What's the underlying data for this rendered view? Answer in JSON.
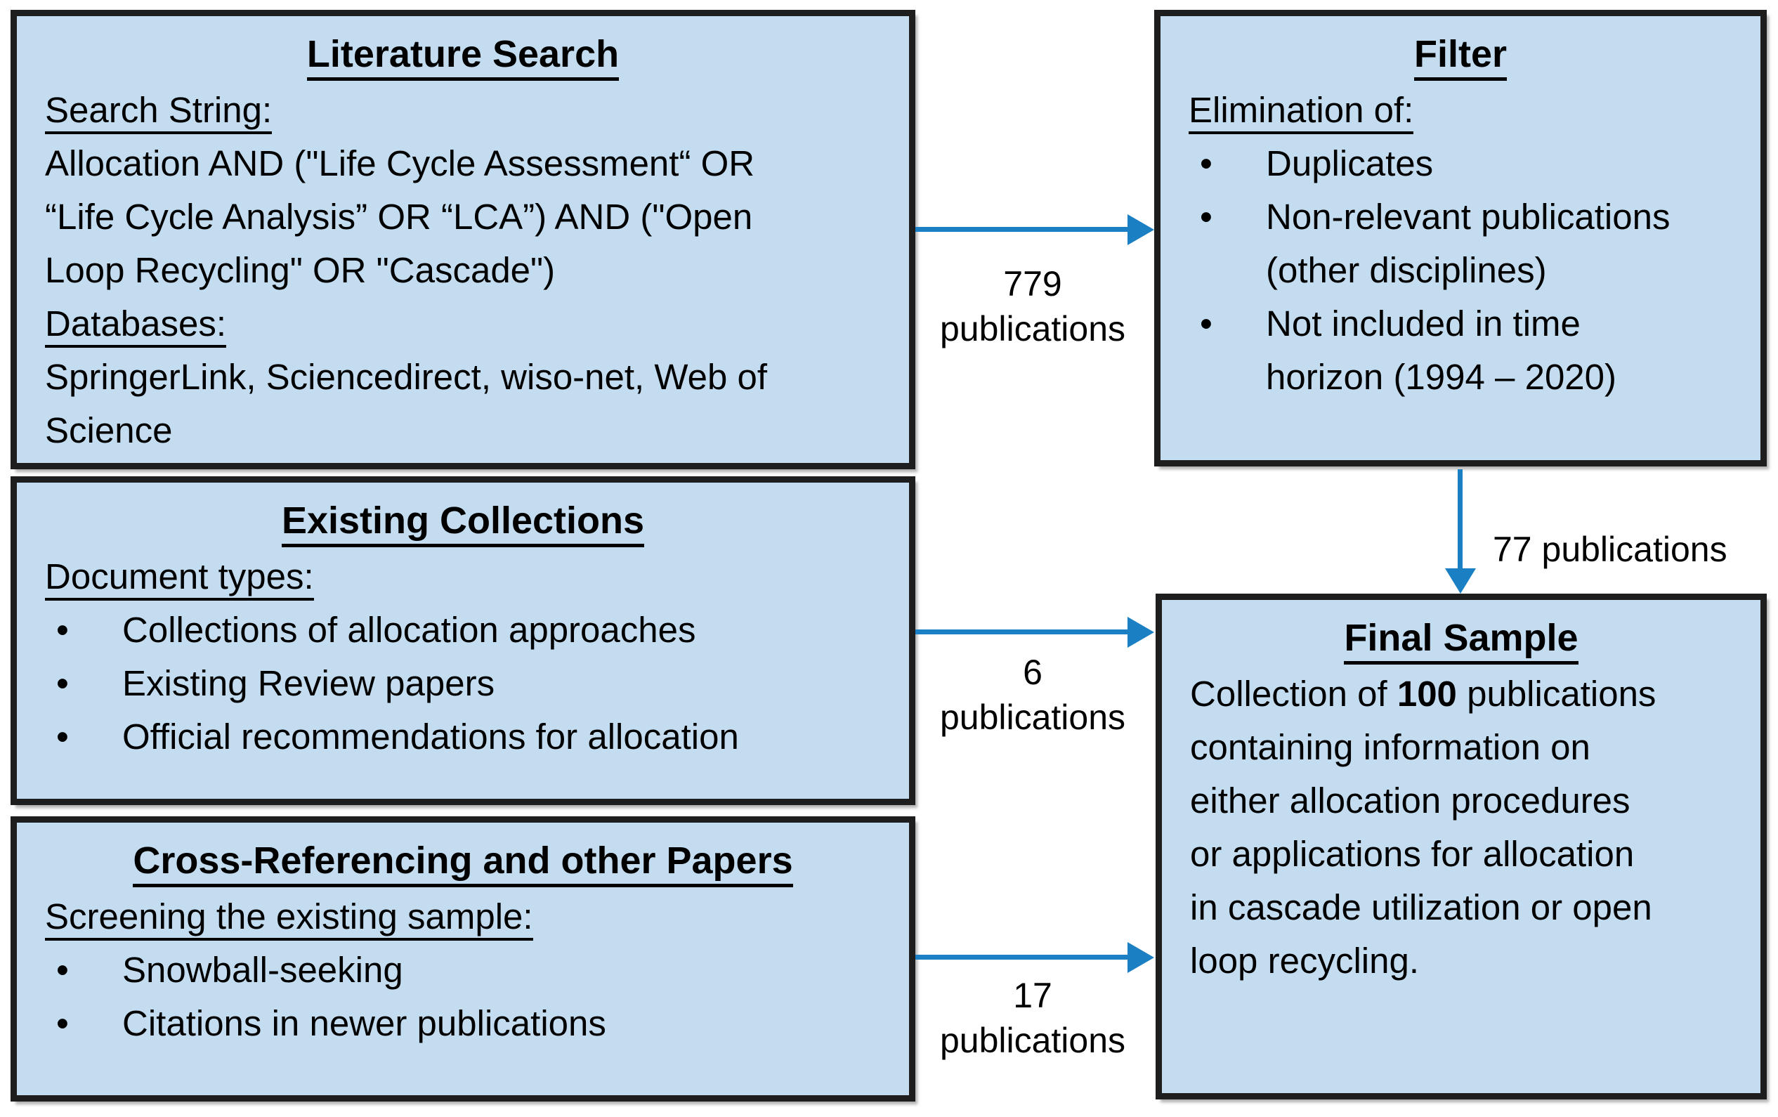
{
  "diagram": {
    "colors": {
      "box_fill": "#C4DCF0",
      "box_border": "#1E1E1E",
      "arrow_blue": "#1B7FC4",
      "text": "#000000",
      "background": "#FFFFFF"
    },
    "glyphs": {
      "bullet": "•"
    },
    "boxes": {
      "literature_search": {
        "title": "Literature Search",
        "line_search_string": "Search String:",
        "line_query_1": "Allocation AND (\"Life Cycle Assessment“ OR",
        "line_query_2": "“Life Cycle Analysis” OR “LCA”) AND (\"Open",
        "line_query_3": "Loop Recycling\" OR \"Cascade\")",
        "line_databases": "Databases:",
        "line_db_list_1": "SpringerLink, Sciencedirect, wiso-net, Web of",
        "line_db_list_2": "Science"
      },
      "filter": {
        "title": "Filter",
        "line_elimination": "Elimination of:",
        "bullet_1": "Duplicates",
        "bullet_2_line_1": "Non-relevant publications",
        "bullet_2_line_2": "(other disciplines)",
        "bullet_3_line_1": "Not included in time",
        "bullet_3_line_2": "horizon (1994 – 2020)"
      },
      "existing_collections": {
        "title": "Existing Collections",
        "line_document_types": "Document types:",
        "bullet_1": "Collections of allocation approaches",
        "bullet_2": "Existing Review papers",
        "bullet_3": "Official recommendations for allocation"
      },
      "cross_referencing": {
        "title": "Cross-Referencing and other Papers",
        "line_screening": "Screening the existing sample:",
        "bullet_1": "Snowball-seeking",
        "bullet_2": "Citations in newer publications"
      },
      "final_sample": {
        "title": "Final Sample",
        "body_line_1_pre": "Collection of ",
        "body_line_1_bold": "100",
        "body_line_1_post": " publications",
        "body_line_2": "containing information on",
        "body_line_3": "either allocation procedures",
        "body_line_4": "or applications for allocation",
        "body_line_5": "in cascade utilization or open",
        "body_line_6": "loop recycling."
      }
    },
    "arrow_labels": {
      "search_to_filter_count": "779",
      "search_to_filter_unit": "publications",
      "filter_to_final": "77 publications",
      "collections_to_final_count": "6",
      "collections_to_final_unit": "publications",
      "crossref_to_final_count": "17",
      "crossref_to_final_unit": "publications"
    }
  }
}
